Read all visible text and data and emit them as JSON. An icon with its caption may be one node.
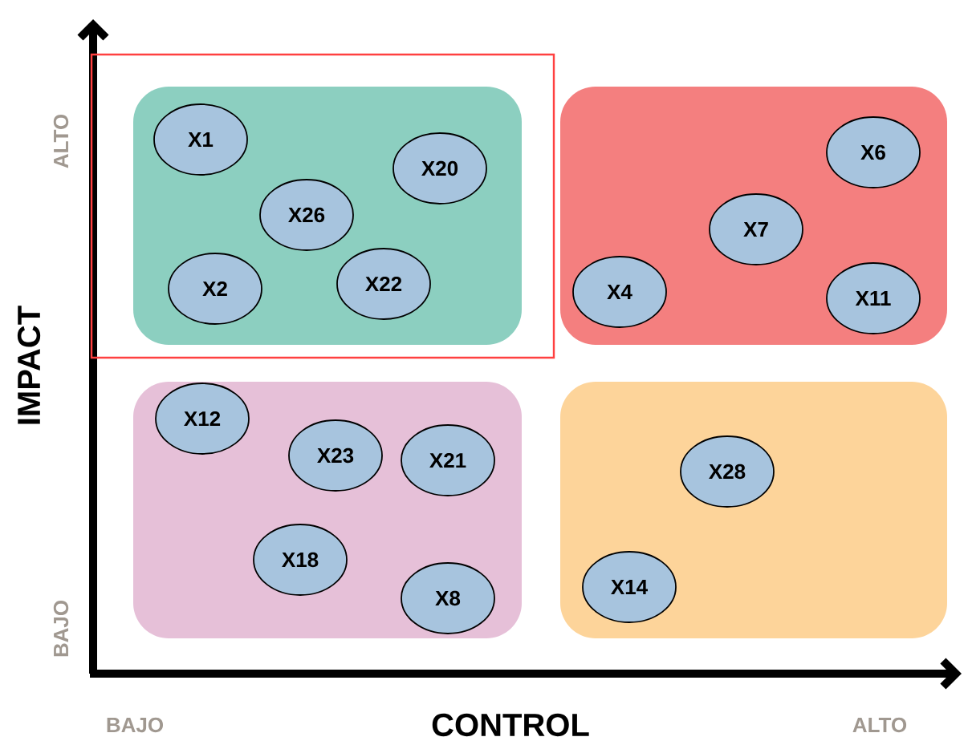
{
  "diagram": {
    "nodes": [
      {
        "text": [],
        "shape": "box"
      },
      {
        "text": [
          "X1"
        ],
        "in": 0
      },
      {
        "text": [
          "X20"
        ],
        "in": 0
      },
      {
        "text": [
          "X26"
        ],
        "in": 0
      },
      {
        "text": [
          "X2"
        ],
        "in": 0
      },
      {
        "text": [
          "X22"
        ],
        "in": 0
      },
      {
        "text": [],
        "shape": "box"
      },
      {
        "text": [
          "X6"
        ],
        "in": 6
      },
      {
        "text": [
          "X7"
        ],
        "in": 6
      },
      {
        "text": [
          "X4"
        ],
        "in": 6
      },
      {
        "text": [
          "X11"
        ],
        "in": 6
      },
      {
        "text": [],
        "shape": "box"
      },
      {
        "text": [
          "X12"
        ],
        "in": 11
      },
      {
        "text": [
          "X23"
        ],
        "in": 11
      },
      {
        "text": [
          "X21"
        ],
        "in": 11
      },
      {
        "text": [
          "X18"
        ],
        "in": 11
      },
      {
        "text": [
          "X8"
        ],
        "in": 11
      },
      {
        "text": [],
        "shape": "box"
      },
      {
        "text": [
          "X28"
        ],
        "in": 17
      },
      {
        "text": [
          "X14"
        ],
        "in": 17
      }
    ],
    "edges": [],
    "labels": [
      "ALTO",
      "IMPACT",
      "BAJO",
      "BAJO",
      "CONTROL",
      "ALTO"
    ]
  }
}
